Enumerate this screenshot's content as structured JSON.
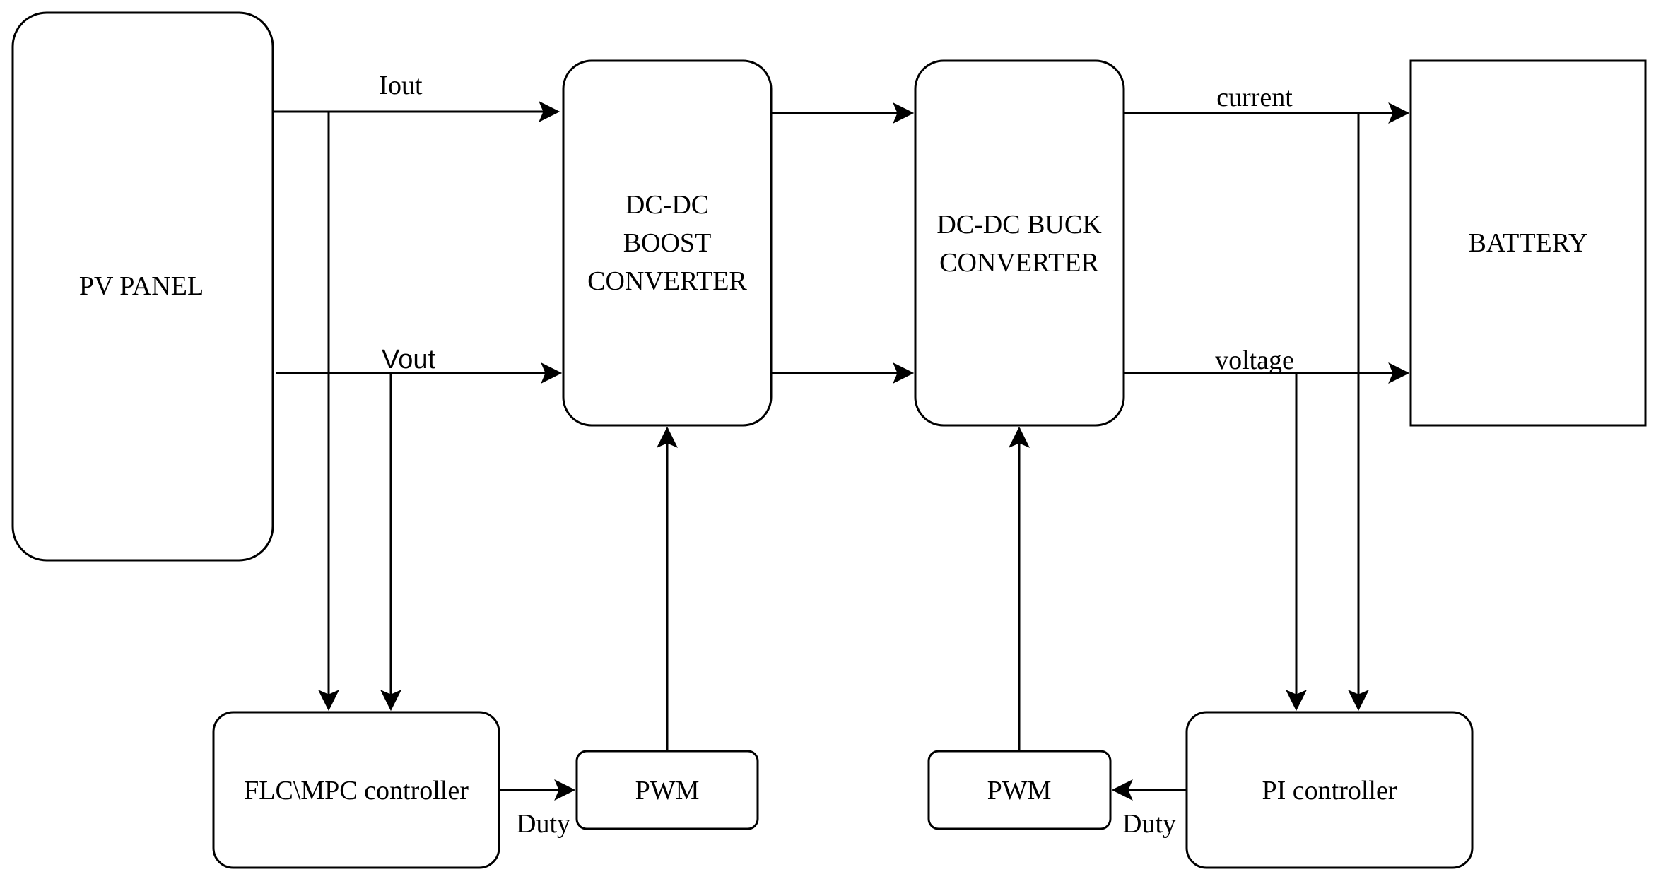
{
  "blocks": {
    "pv_panel": "PV PANEL",
    "boost_converter": [
      "DC-DC",
      "BOOST",
      "CONVERTER"
    ],
    "buck_converter": [
      "DC-DC BUCK",
      "CONVERTER"
    ],
    "battery": "BATTERY",
    "mppt_controller": "FLC\\MPC controller",
    "pwm_left": "PWM",
    "pwm_right": "PWM",
    "pi_controller": "PI controller"
  },
  "signals": {
    "iout": "Iout",
    "vout": "Vout",
    "current": "current",
    "voltage": "voltage",
    "duty_left": "Duty",
    "duty_right": "Duty"
  },
  "colors": {
    "stroke": "#000000",
    "fill": "#ffffff"
  }
}
